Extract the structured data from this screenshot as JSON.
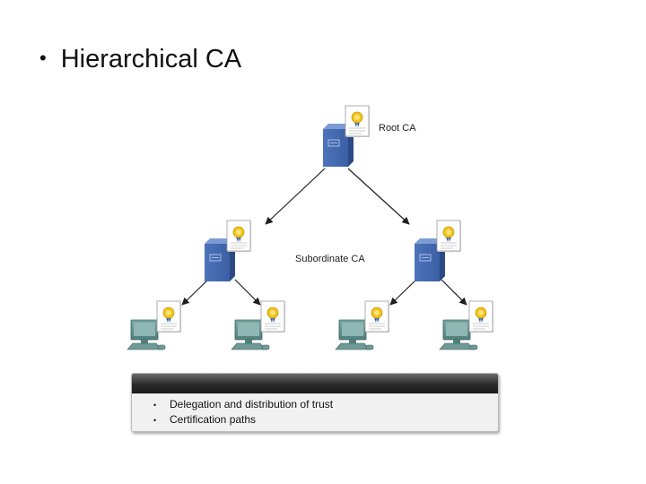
{
  "slide": {
    "bullet": "•",
    "title": "Hierarchical CA"
  },
  "diagram": {
    "root_label": "Root CA",
    "subordinate_label": "Subordinate CA"
  },
  "info_box": {
    "bullet": "•",
    "items": [
      "Delegation and distribution of trust",
      "Certification paths"
    ]
  },
  "colors": {
    "server_blue": "#3e64a8",
    "monitor_teal": "#5f8f8c",
    "seal_gold": "#f0c419",
    "ribbon_blue": "#2b55b5",
    "arrow": "#1f1f1f"
  }
}
